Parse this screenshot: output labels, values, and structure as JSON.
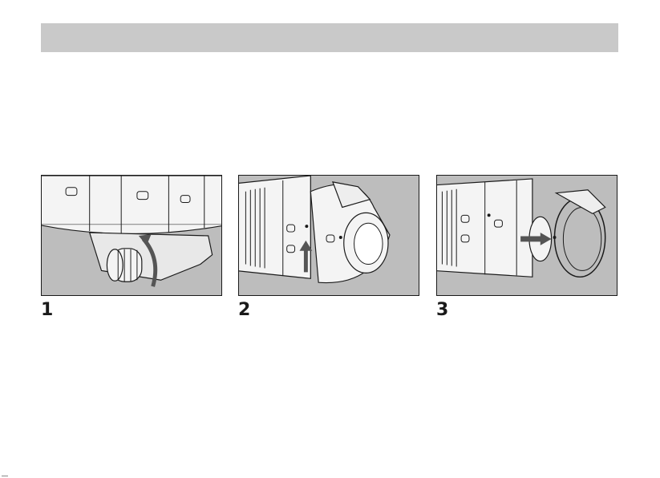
{
  "header": {
    "color": "#c9c9c9"
  },
  "steps": [
    {
      "number": "1",
      "illustration": "lens-tripod-mount-knob-illustration"
    },
    {
      "number": "2",
      "illustration": "lens-hood-attach-illustration"
    },
    {
      "number": "3",
      "illustration": "lens-hood-remove-illustration"
    }
  ],
  "colors": {
    "panel_bg": "#bdbdbd",
    "line": "#1a1a1a",
    "arrow": "#555555"
  }
}
